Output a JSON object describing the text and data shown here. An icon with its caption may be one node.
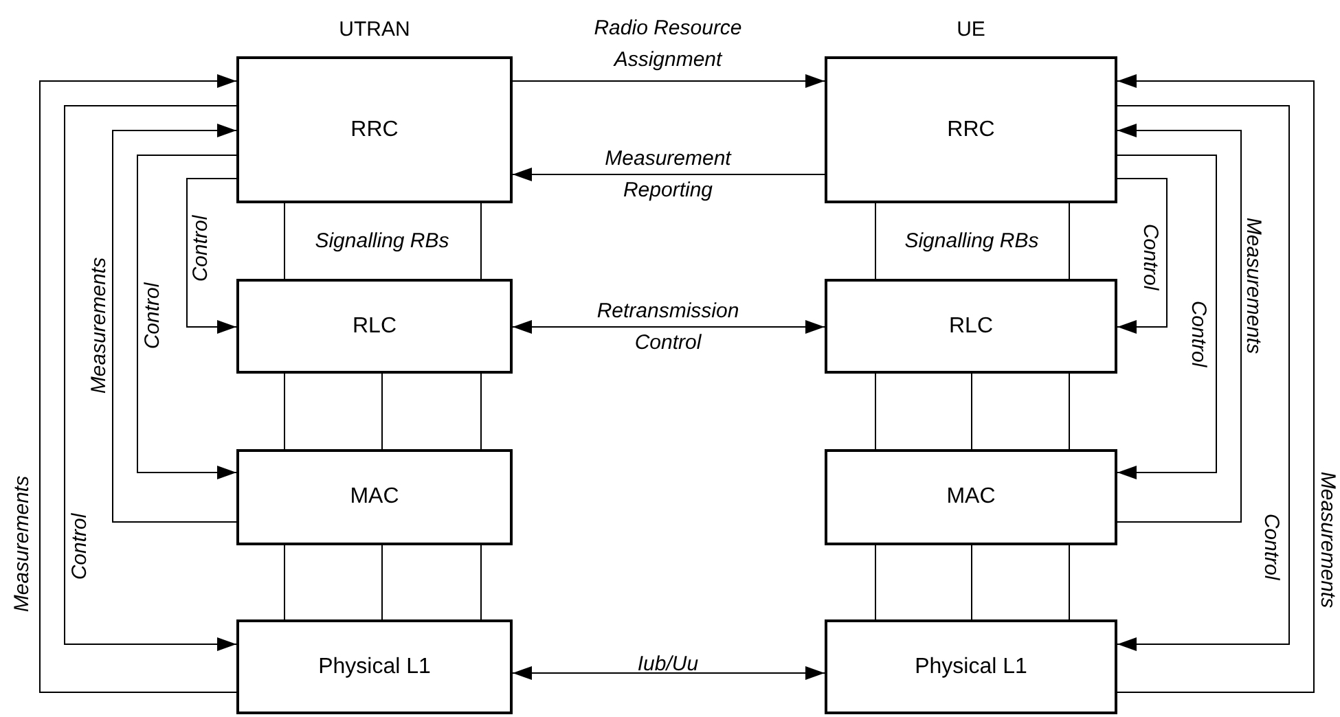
{
  "diagram": {
    "nodes": [
      {
        "text": [
          "RRC"
        ],
        "beside": [
          "UTRAN"
        ]
      },
      {
        "text": [
          "RLC"
        ]
      },
      {
        "text": [
          "MAC"
        ]
      },
      {
        "text": [
          "Physical L1"
        ]
      },
      {
        "text": [
          "RRC"
        ],
        "beside": [
          "UE"
        ]
      },
      {
        "text": [
          "RLC"
        ]
      },
      {
        "text": [
          "MAC"
        ]
      },
      {
        "text": [
          "Physical L1"
        ]
      }
    ],
    "edges": [
      {
        "from": 0,
        "to": 4,
        "arrow": "to",
        "label": "Radio Resource Assignment"
      },
      {
        "from": 4,
        "to": 0,
        "arrow": "to",
        "label": "Measurement Reporting"
      },
      {
        "from": 1,
        "to": 5,
        "arrow": "both",
        "label": "Retransmission Control"
      },
      {
        "from": 3,
        "to": 7,
        "arrow": "both",
        "label": "Iub/Uu"
      },
      {
        "from": 3,
        "to": 0,
        "arrow": "to",
        "label": "Measurements"
      },
      {
        "from": 0,
        "to": 3,
        "arrow": "to",
        "label": "Control"
      },
      {
        "from": 2,
        "to": 0,
        "arrow": "to",
        "label": "Measurements"
      },
      {
        "from": 0,
        "to": 2,
        "arrow": "to",
        "label": "Control"
      },
      {
        "from": 0,
        "to": 1,
        "arrow": "to",
        "label": "Control"
      },
      {
        "from": 7,
        "to": 4,
        "arrow": "to",
        "label": "Measurements"
      },
      {
        "from": 4,
        "to": 7,
        "arrow": "to",
        "label": "Control"
      },
      {
        "from": 6,
        "to": 4,
        "arrow": "to",
        "label": "Measurements"
      },
      {
        "from": 4,
        "to": 6,
        "arrow": "to",
        "label": "Control"
      },
      {
        "from": 4,
        "to": 5,
        "arrow": "to",
        "label": "Control"
      },
      {
        "from": 0,
        "to": 1,
        "arrow": "none"
      },
      {
        "from": 0,
        "to": 1,
        "arrow": "none"
      },
      {
        "from": 1,
        "to": 2,
        "arrow": "none"
      },
      {
        "from": 1,
        "to": 2,
        "arrow": "none"
      },
      {
        "from": 1,
        "to": 2,
        "arrow": "none"
      },
      {
        "from": 2,
        "to": 3,
        "arrow": "none"
      },
      {
        "from": 2,
        "to": 3,
        "arrow": "none"
      },
      {
        "from": 2,
        "to": 3,
        "arrow": "none"
      },
      {
        "from": 4,
        "to": 5,
        "arrow": "none"
      },
      {
        "from": 4,
        "to": 5,
        "arrow": "none"
      },
      {
        "from": 5,
        "to": 6,
        "arrow": "none"
      },
      {
        "from": 5,
        "to": 6,
        "arrow": "none"
      },
      {
        "from": 5,
        "to": 6,
        "arrow": "none"
      },
      {
        "from": 6,
        "to": 7,
        "arrow": "none"
      },
      {
        "from": 6,
        "to": 7,
        "arrow": "none"
      },
      {
        "from": 6,
        "to": 7,
        "arrow": "none"
      }
    ],
    "labels": [
      "Signalling RBs",
      "Signalling RBs"
    ]
  }
}
